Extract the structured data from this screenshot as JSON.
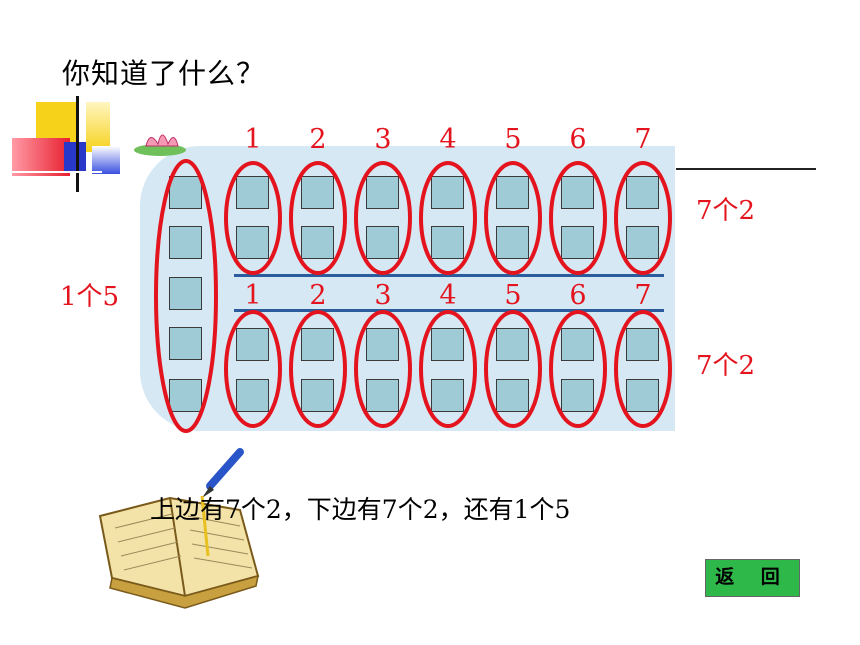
{
  "title": "你知道了什么？",
  "top_numbers": [
    "1",
    "2",
    "3",
    "4",
    "5",
    "6",
    "7"
  ],
  "bottom_numbers": [
    "1",
    "2",
    "3",
    "4",
    "5",
    "6",
    "7"
  ],
  "label_top": "7个2",
  "label_bottom": "7个2",
  "label_left": "1个5",
  "sentence": "上边有7个2，下边有7个2，还有1个5",
  "back_button": "返 回",
  "colors": {
    "red": "#e4141e",
    "square": "#9fcbd6",
    "bubble": "#d6e8f4",
    "button": "#2fb84a"
  }
}
